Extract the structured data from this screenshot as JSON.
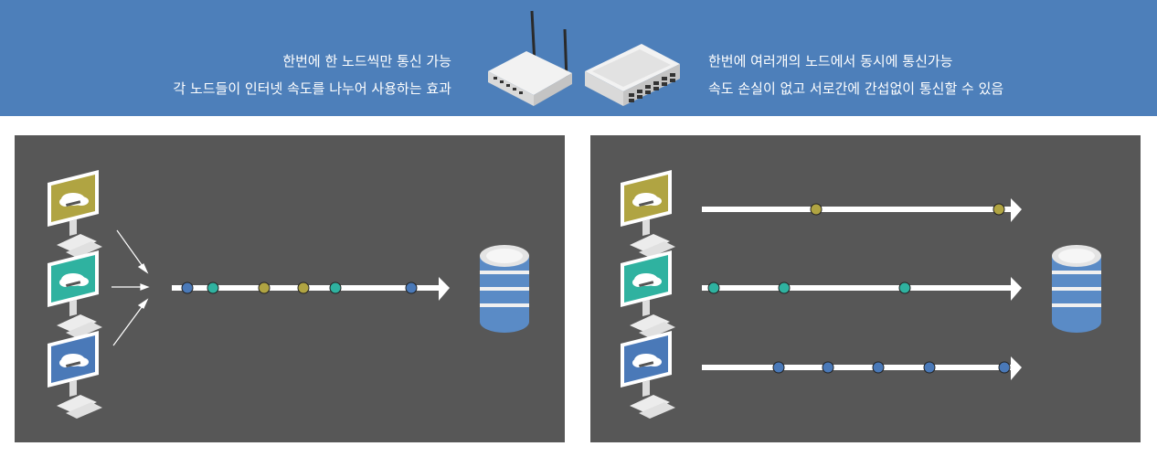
{
  "banner": {
    "left_caption": {
      "line1": "한번에 한 노드씩만 통신 가능",
      "line2": "각 노드들이 인터넷 속도를 나누어 사용하는 효과"
    },
    "right_caption": {
      "line1": "한번에 여러개의 노드에서 동시에 통신가능",
      "line2": "속도 손실이 없고 서로간에 간섭없이 통신할 수 있음"
    }
  },
  "colors": {
    "banner_bg": "#4d7fba",
    "panel_bg": "#575757",
    "node_olive": "#b0a442",
    "node_teal": "#2fb2a0",
    "node_blue": "#4a79b8"
  },
  "left_panel": {
    "computers": [
      "olive",
      "teal",
      "blue"
    ],
    "packets": [
      "blue",
      "teal",
      "olive",
      "olive",
      "teal",
      "blue"
    ]
  },
  "right_panel": {
    "lanes": [
      {
        "color": "olive",
        "packet_count": 2
      },
      {
        "color": "teal",
        "packet_count": 3
      },
      {
        "color": "blue",
        "packet_count": 5
      }
    ]
  }
}
